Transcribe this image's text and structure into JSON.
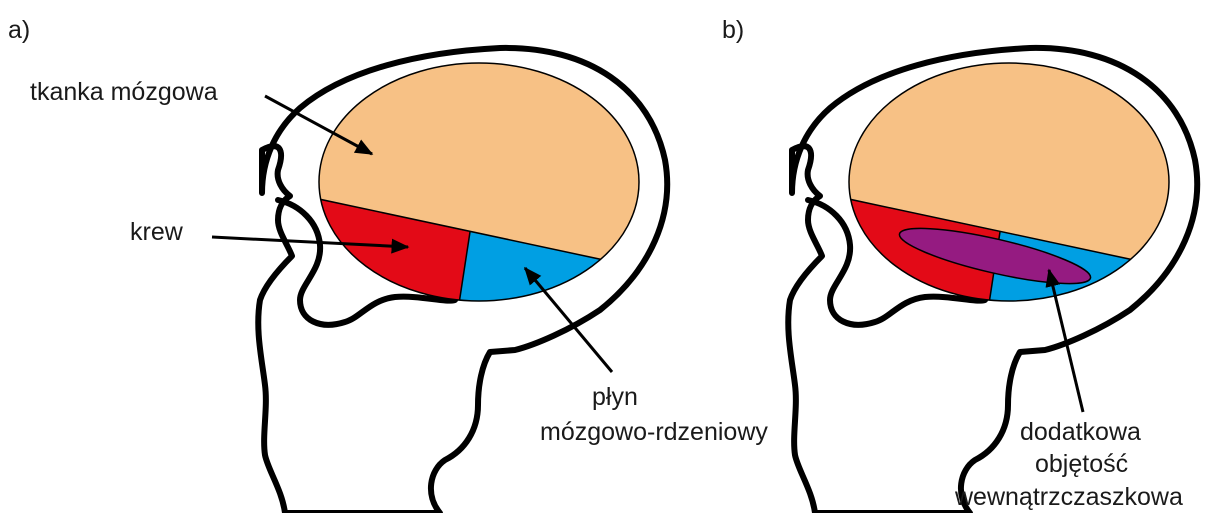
{
  "panels": [
    {
      "id": "a",
      "label": "a)",
      "labels": {
        "brain_tissue": "tkanka mózgowa",
        "blood": "krew",
        "csf_line1": "płyn",
        "csf_line2": "mózgowo-rdzeniowy"
      }
    },
    {
      "id": "b",
      "label": "b)",
      "labels": {
        "extra_line1": "dodatkowa",
        "extra_line2": "objętość",
        "extra_line3": "wewnątrzczaszkowa"
      }
    }
  ],
  "colors": {
    "brain_tissue": "#f7c185",
    "blood": "#e30a17",
    "csf": "#009fe3",
    "additional_volume": "#951b81",
    "outline": "#000000"
  }
}
